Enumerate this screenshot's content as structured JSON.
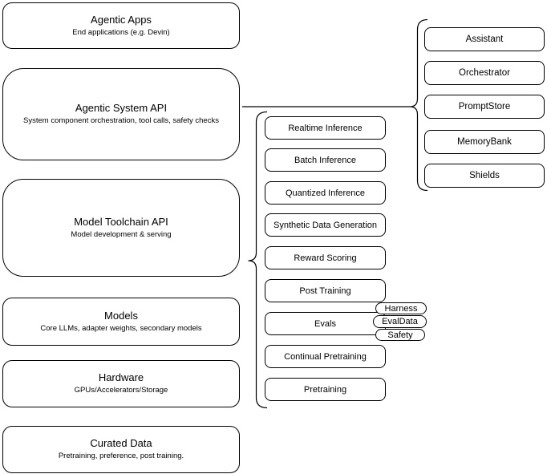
{
  "diagram": {
    "title_hint": "Agentic AI infrastructure stack diagram",
    "colors": {
      "stroke": "#000000",
      "fill": "#ffffff",
      "text": "#000000"
    }
  },
  "infra_stack": {
    "layers": [
      {
        "title": "Agentic Apps",
        "subtitle": "End applications (e.g. Devin)"
      },
      {
        "title": "Agentic System API",
        "subtitle": "System component orchestration, tool calls, safety checks"
      },
      {
        "title": "Model Toolchain API",
        "subtitle": "Model development & serving"
      },
      {
        "title": "Models",
        "subtitle": "Core LLMs, adapter weights, secondary models"
      },
      {
        "title": "Hardware",
        "subtitle": "GPUs/Accelerators/Storage"
      },
      {
        "title": "Curated Data",
        "subtitle": "Pretraining, preference, post training."
      }
    ]
  },
  "toolchain_components": {
    "items": [
      "Realtime Inference",
      "Batch Inference",
      "Quantized Inference",
      "Synthetic Data Generation",
      "Reward Scoring",
      "Post Training",
      "Evals",
      "Continual Pretraining",
      "Pretraining"
    ]
  },
  "eval_tags": {
    "items": [
      "Harness",
      "EvalData",
      "Safety"
    ]
  },
  "system_components": {
    "items": [
      "Assistant",
      "Orchestrator",
      "PromptStore",
      "MemoryBank",
      "Shields"
    ]
  }
}
